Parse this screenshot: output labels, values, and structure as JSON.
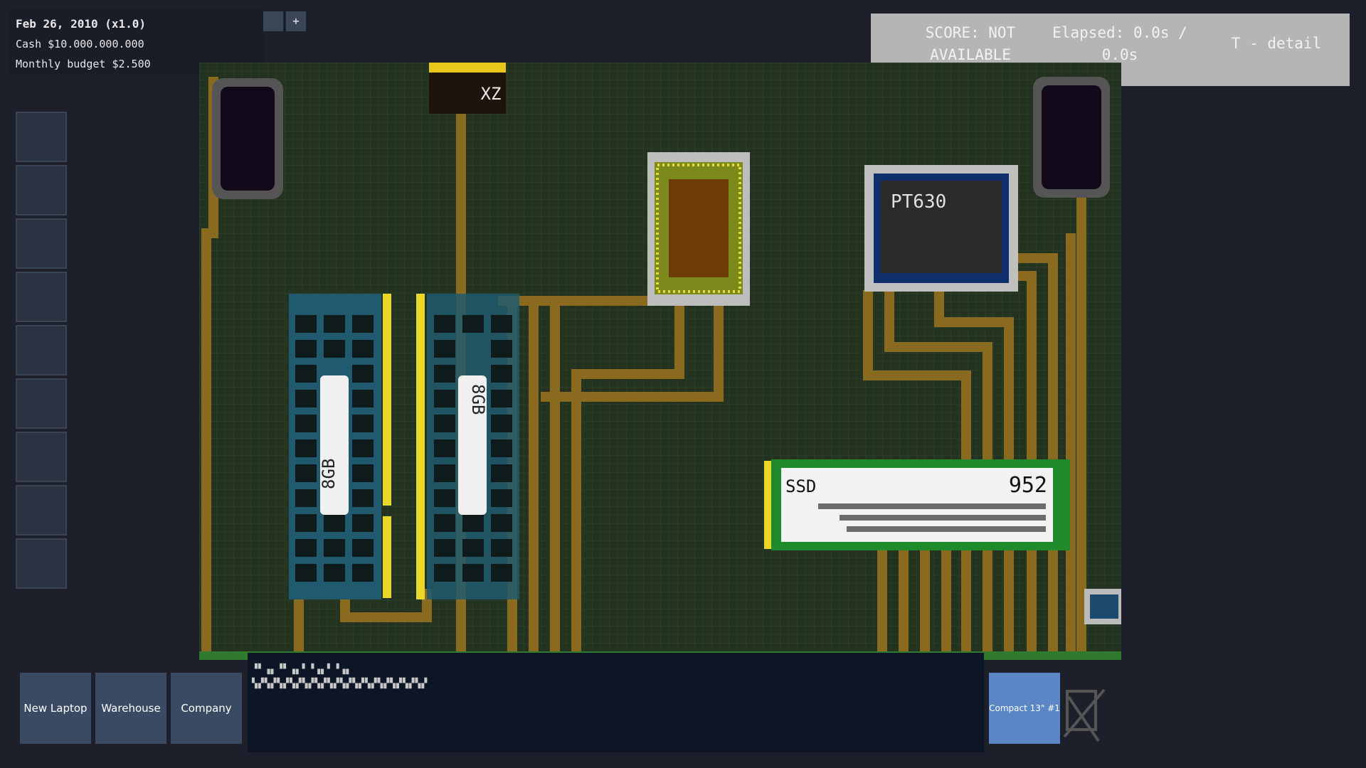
{
  "hud": {
    "date": "Feb 26, 2010 (x1.0)",
    "cash": "Cash $10.000.000.000",
    "budget": "Monthly budget $2.500",
    "zoom_in_label": "+"
  },
  "score_panel": {
    "score": "SCORE: NOT AVAILABLE",
    "elapsed": "Elapsed: 0.0s / 0.0s",
    "detail": "T - detail"
  },
  "board": {
    "chip_top": "XZ",
    "ram_left": "8GB",
    "ram_right": "8GB",
    "gpu": "PT630",
    "ssd_left": "SSD",
    "ssd_right": "952"
  },
  "nav": {
    "new_laptop": "New Laptop",
    "warehouse": "Warehouse",
    "company": "Company"
  },
  "laptop_tab": {
    "label": "Compact 13\" #1"
  },
  "icons": {
    "remove": "crossed-out-icon",
    "zoom_out": "zoom-out-icon"
  },
  "colors": {
    "board": "#233320",
    "trace": "#8a6a1e",
    "panel": "#b5b5b5",
    "tab_active": "#5a86c6",
    "nav": "#3a4a63"
  }
}
